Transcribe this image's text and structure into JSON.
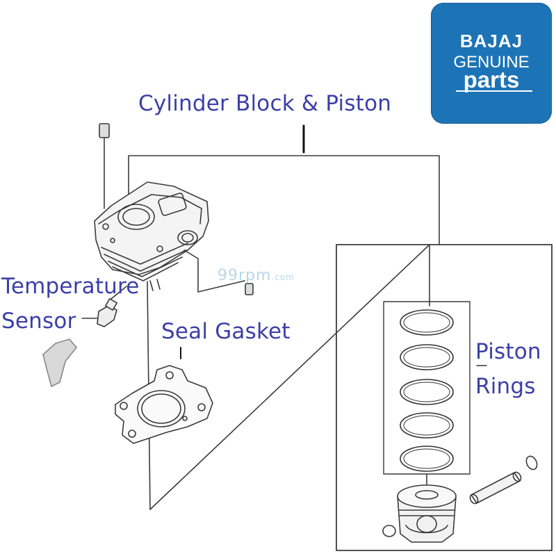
{
  "diagram": {
    "title": "Cylinder Block & Piston",
    "labels": {
      "temperature_sensor": [
        "Temperature",
        "Sensor"
      ],
      "seal_gasket": "Seal Gasket",
      "piston_rings": [
        "Piston",
        "Rings"
      ]
    },
    "watermark": {
      "main": "99rpm",
      "suffix": ".com"
    }
  },
  "logo": {
    "brand": "BAJAJ",
    "line1": "GENUINE",
    "line2": "parts",
    "color": "#1c74b6"
  },
  "colors": {
    "label_text": "#3b3fa8",
    "line_art": "#333333"
  }
}
